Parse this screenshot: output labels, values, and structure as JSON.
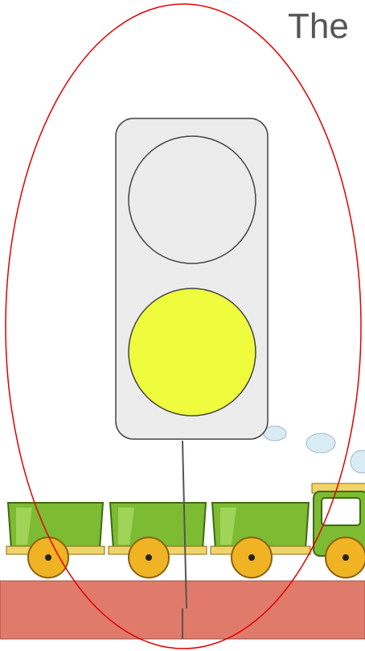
{
  "heading": {
    "text": "The"
  },
  "colors": {
    "ellipse_outline": "#e00000",
    "light_housing": "#ececec",
    "lamp_off": "#ececec",
    "lamp_on": "#eefc3d",
    "ground": "#e07b6b",
    "wagon_green": "#7dbb33",
    "wagon_dark": "#4f8a1c",
    "wheel": "#f0b323",
    "smoke": "#d9ecf6"
  },
  "traffic_light": {
    "lamps": [
      {
        "name": "top-lamp",
        "lit": false
      },
      {
        "name": "bottom-lamp",
        "lit": true
      }
    ]
  },
  "train": {
    "wagons": 3,
    "icons": [
      "wagon-icon",
      "wagon-icon",
      "wagon-icon",
      "locomotive-icon"
    ]
  }
}
